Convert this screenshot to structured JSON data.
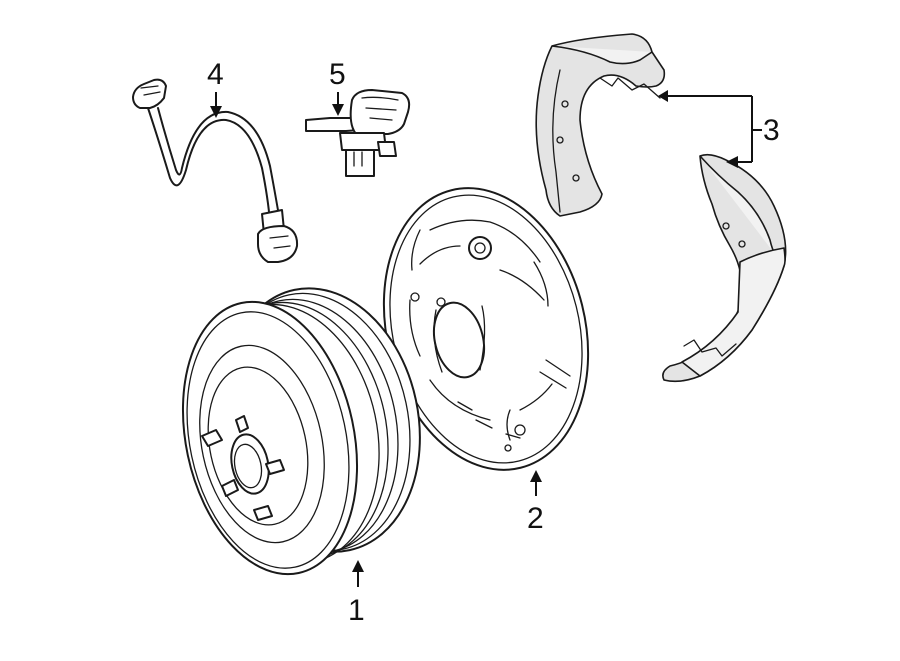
{
  "callouts": {
    "c1": "1",
    "c2": "2",
    "c3": "3",
    "c4": "4",
    "c5": "5"
  },
  "colors": {
    "line": "#1a1a1a",
    "background": "#ffffff",
    "shade": "#e4e4e4"
  }
}
